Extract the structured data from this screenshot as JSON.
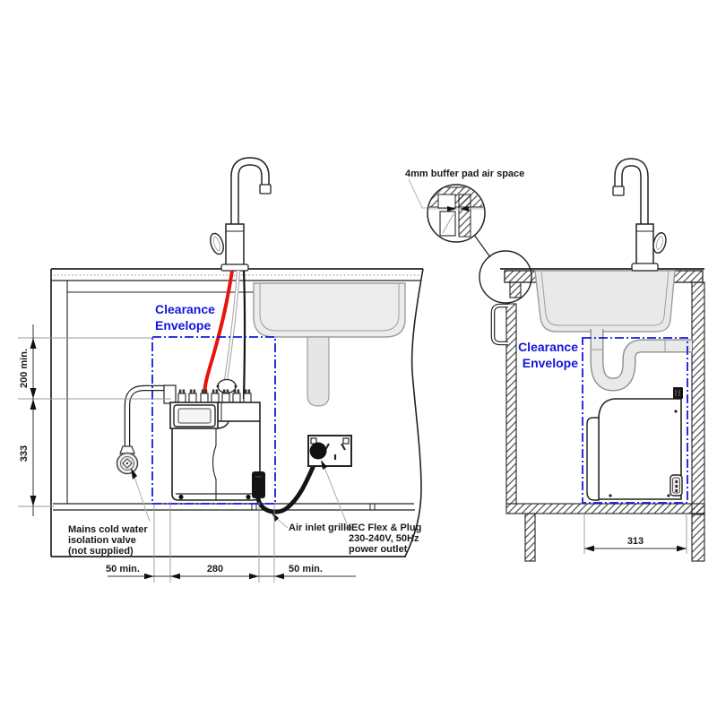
{
  "colors": {
    "envelope_blue": "#1717e0",
    "clearance_text_blue": "#1414dd",
    "hot_tube_red": "#e8130c",
    "line_black": "#222222",
    "hidden_gray": "#9d9d9d",
    "sink_fill": "#ececec"
  },
  "detail": {
    "label": "4mm buffer pad air space"
  },
  "front": {
    "envelope_label": {
      "line1": "Clearance",
      "line2": "Envelope"
    },
    "labels": {
      "valve1": "Mains cold water",
      "valve2": "isolation valve",
      "valve3": "(not supplied)",
      "air_inlet": "Air inlet grille",
      "power1": "IEC Flex & Plug",
      "power2": "230-240V, 50Hz",
      "power3": "power outlet"
    },
    "dims": {
      "top_clearance": "200 min.",
      "unit_height": "333",
      "left_clearance": "50 min.",
      "unit_width": "280",
      "right_clearance": "50 min."
    }
  },
  "side": {
    "envelope_label": {
      "line1": "Clearance",
      "line2": "Envelope"
    },
    "dims": {
      "depth": "313"
    }
  }
}
